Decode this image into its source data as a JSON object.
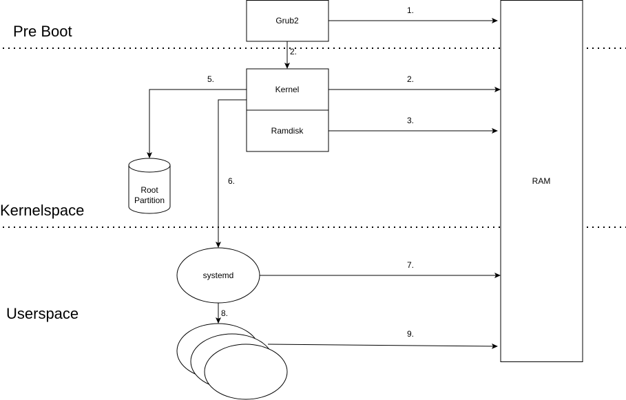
{
  "sections": {
    "preboot": "Pre Boot",
    "kernelspace": "Kernelspace",
    "userspace": "Userspace"
  },
  "nodes": {
    "grub": "Grub2",
    "kernel": "Kernel",
    "ramdisk": "Ramdisk",
    "ram": "RAM",
    "root_line1": "Root",
    "root_line2": "Partition",
    "systemd": "systemd"
  },
  "edges": {
    "e1": "1.",
    "e2a": "2.",
    "e2b": "2.",
    "e3": "3.",
    "e5": "5.",
    "e6": "6.",
    "e7": "7.",
    "e8": "8.",
    "e9": "9."
  }
}
